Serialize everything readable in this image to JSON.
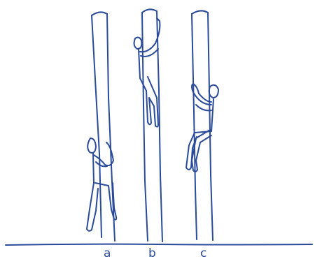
{
  "poles": [
    {
      "label": "a"
    },
    {
      "label": "b"
    },
    {
      "label": "c"
    }
  ],
  "ink_color": "#2a4a9a"
}
